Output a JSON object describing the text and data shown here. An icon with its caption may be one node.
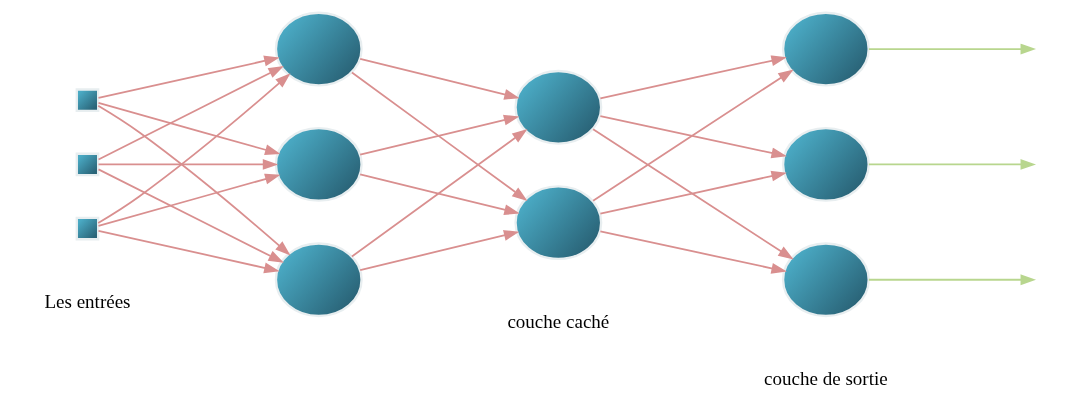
{
  "diagram": {
    "nodes": [
      {
        "text": [],
        "shape": "box"
      },
      {
        "text": [],
        "shape": "box"
      },
      {
        "text": [],
        "shape": "box"
      },
      {
        "text": [],
        "shape": "circle"
      },
      {
        "text": [],
        "shape": "circle"
      },
      {
        "text": [],
        "shape": "circle"
      },
      {
        "text": [],
        "shape": "circle"
      },
      {
        "text": [],
        "shape": "circle"
      },
      {
        "text": [],
        "shape": "circle"
      },
      {
        "text": [],
        "shape": "circle"
      },
      {
        "text": [],
        "shape": "circle"
      }
    ],
    "edges": [
      {
        "from": 0,
        "to": 3,
        "arrow": "to"
      },
      {
        "from": 0,
        "to": 4,
        "arrow": "to"
      },
      {
        "from": 0,
        "to": 5,
        "arrow": "to"
      },
      {
        "from": 1,
        "to": 3,
        "arrow": "to"
      },
      {
        "from": 1,
        "to": 4,
        "arrow": "to"
      },
      {
        "from": 1,
        "to": 5,
        "arrow": "to"
      },
      {
        "from": 2,
        "to": 3,
        "arrow": "to"
      },
      {
        "from": 2,
        "to": 4,
        "arrow": "to"
      },
      {
        "from": 2,
        "to": 5,
        "arrow": "to"
      },
      {
        "from": 3,
        "to": 6,
        "arrow": "to"
      },
      {
        "from": 3,
        "to": 7,
        "arrow": "to"
      },
      {
        "from": 4,
        "to": 6,
        "arrow": "to"
      },
      {
        "from": 4,
        "to": 7,
        "arrow": "to"
      },
      {
        "from": 5,
        "to": 6,
        "arrow": "to"
      },
      {
        "from": 5,
        "to": 7,
        "arrow": "to"
      },
      {
        "from": 6,
        "to": 8,
        "arrow": "to"
      },
      {
        "from": 6,
        "to": 9,
        "arrow": "to"
      },
      {
        "from": 6,
        "to": 10,
        "arrow": "to"
      },
      {
        "from": 7,
        "to": 8,
        "arrow": "to"
      },
      {
        "from": 7,
        "to": 9,
        "arrow": "to"
      },
      {
        "from": 7,
        "to": 10,
        "arrow": "to"
      },
      {
        "from": 8,
        "to": null,
        "arrow": "to",
        "color": "#b8d68e"
      },
      {
        "from": 9,
        "to": null,
        "arrow": "to",
        "color": "#b8d68e"
      },
      {
        "from": 10,
        "to": null,
        "arrow": "to",
        "color": "#b8d68e"
      }
    ],
    "labels": [
      "Les entrées",
      "couche caché",
      "couche de sortie"
    ]
  }
}
